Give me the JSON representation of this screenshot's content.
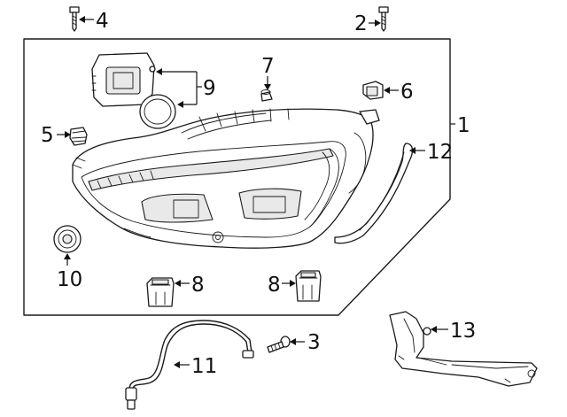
{
  "diagram": {
    "callouts": [
      {
        "id": "1",
        "label": "1"
      },
      {
        "id": "2",
        "label": "2"
      },
      {
        "id": "3",
        "label": "3"
      },
      {
        "id": "4",
        "label": "4"
      },
      {
        "id": "5",
        "label": "5"
      },
      {
        "id": "6",
        "label": "6"
      },
      {
        "id": "7",
        "label": "7"
      },
      {
        "id": "8a",
        "label": "8"
      },
      {
        "id": "8b",
        "label": "8"
      },
      {
        "id": "9",
        "label": "9"
      },
      {
        "id": "10",
        "label": "10"
      },
      {
        "id": "11",
        "label": "11"
      },
      {
        "id": "12",
        "label": "12"
      },
      {
        "id": "13",
        "label": "13"
      }
    ]
  }
}
